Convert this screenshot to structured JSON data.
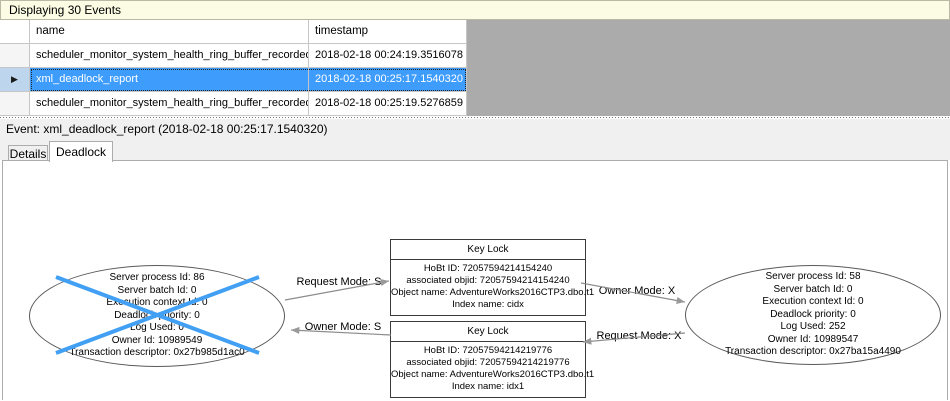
{
  "info_bar": {
    "title": "Displaying 30 Events"
  },
  "events_table": {
    "columns": {
      "name": "name",
      "timestamp": "timestamp"
    },
    "selected_row_index": 1,
    "row_indicator_glyph": "▶",
    "rows": [
      {
        "name": "scheduler_monitor_system_health_ring_buffer_recorded",
        "timestamp": "2018-02-18 00:24:19.3516078"
      },
      {
        "name": "xml_deadlock_report",
        "timestamp": "2018-02-18 00:25:17.1540320"
      },
      {
        "name": "scheduler_monitor_system_health_ring_buffer_recorded",
        "timestamp": "2018-02-18 00:25:19.5276859"
      }
    ]
  },
  "event_bar": {
    "label": "Event: xml_deadlock_report (2018-02-18 00:25:17.1540320)"
  },
  "tabs": {
    "details": "Details",
    "deadlock": "Deadlock",
    "active": "Deadlock"
  },
  "deadlock_graph": {
    "victim_process": {
      "is_victim": true,
      "lines": [
        "Server process Id: 86",
        "Server batch Id: 0",
        "Execution context Id: 0",
        "Deadlock priority: 0",
        "Log Used: 0",
        "Owner Id: 10989549",
        "Transaction descriptor: 0x27b985d1ac0"
      ]
    },
    "owner_process": {
      "is_victim": false,
      "lines": [
        "Server process Id: 58",
        "Server batch Id: 0",
        "Execution context Id: 0",
        "Deadlock priority: 0",
        "Log Used: 252",
        "Owner Id: 10989547",
        "Transaction descriptor: 0x27ba15a4490"
      ]
    },
    "resources": [
      {
        "title": "Key Lock",
        "lines": [
          "HoBt ID: 72057594214154240",
          "associated objid: 72057594214154240",
          "Object name: AdventureWorks2016CTP3.dbo.t1",
          "Index name: cidx"
        ]
      },
      {
        "title": "Key Lock",
        "lines": [
          "HoBt ID: 72057594214219776",
          "associated objid: 72057594214219776",
          "Object name: AdventureWorks2016CTP3.dbo.t1",
          "Index name: idx1"
        ]
      }
    ],
    "edges": [
      {
        "label": "Request Mode: S",
        "from": "process-86",
        "to": "key-lock-cidx"
      },
      {
        "label": "Owner Mode: S",
        "from": "key-lock-idx1",
        "to": "process-86"
      },
      {
        "label": "Owner Mode: X",
        "from": "key-lock-cidx",
        "to": "process-58"
      },
      {
        "label": "Request Mode: X",
        "from": "process-58",
        "to": "key-lock-idx1"
      }
    ],
    "colors": {
      "selection_blue": "#3E9CFC",
      "victim_cross_blue": "#41A0F4",
      "arrow_gray": "#8C8C8C",
      "info_bar_yellow": "#FCFBE3",
      "filler_gray": "#ABABAB"
    }
  }
}
